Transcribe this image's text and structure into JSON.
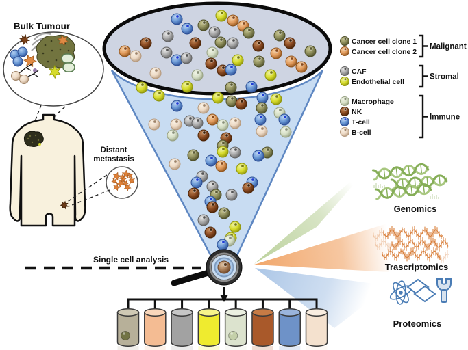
{
  "labels": {
    "bulk_tumour": "Bulk Tumour",
    "distant_line1": "Distant",
    "distant_line2": "metastasis",
    "single_cell_analysis": "Single cell analysis"
  },
  "legend": {
    "groups": [
      {
        "label": "Malignant",
        "items": [
          {
            "type": "clone1",
            "label": "Cancer cell clone 1"
          },
          {
            "type": "clone2",
            "label": "Cancer cell clone 2"
          }
        ]
      },
      {
        "label": "Stromal",
        "items": [
          {
            "type": "caf",
            "label": "CAF"
          },
          {
            "type": "endo",
            "label": "Endothelial cell"
          }
        ]
      },
      {
        "label": "Immune",
        "items": [
          {
            "type": "macro",
            "label": "Macrophage"
          },
          {
            "type": "nk",
            "label": "NK"
          },
          {
            "type": "tcell",
            "label": "T-cell"
          },
          {
            "type": "bcell",
            "label": "B-cell"
          }
        ]
      }
    ]
  },
  "cell_types": {
    "clone1": {
      "name": "Cancer cell clone 1",
      "light": "#c6c48e",
      "base": "#8c8c5a",
      "dark": "#4f502a",
      "navel": "#5c5c33"
    },
    "clone2": {
      "name": "Cancer cell clone 2",
      "light": "#f6cfa2",
      "base": "#e0995a",
      "dark": "#90551e",
      "navel": "#8a4a1a"
    },
    "caf": {
      "name": "CAF",
      "light": "#e6e6e6",
      "base": "#a8a8a8",
      "dark": "#646464",
      "navel": "#555555"
    },
    "endo": {
      "name": "Endothelial cell",
      "light": "#eef39a",
      "base": "#d6db2b",
      "dark": "#8f950d",
      "navel": "#7a7f10"
    },
    "macro": {
      "name": "Macrophage",
      "light": "#f0f4e4",
      "base": "#d6dfc6",
      "dark": "#97a183",
      "navel": "#8a9378"
    },
    "nk": {
      "name": "NK",
      "light": "#c58a58",
      "base": "#8a4a22",
      "dark": "#4e2608",
      "navel": "#3f2006"
    },
    "tcell": {
      "name": "T-cell",
      "light": "#b4d0f2",
      "base": "#6594d2",
      "dark": "#2d4f96",
      "navel": "#1f3fd4"
    },
    "bcell": {
      "name": "B-cell",
      "light": "#faf0e2",
      "base": "#eddac6",
      "dark": "#b69a7e",
      "navel": "#a08468"
    },
    "single_cell": {
      "name": "Analyzed single cell",
      "light": "#dcbf9e",
      "base": "#a97e58",
      "dark": "#6e4526",
      "navel": "#5a3a1e"
    }
  },
  "funnel_cells": [
    [
      258,
      28,
      "tcell"
    ],
    [
      273,
      42,
      "tcell"
    ],
    [
      297,
      37,
      "clone1"
    ],
    [
      323,
      23,
      "endo"
    ],
    [
      340,
      30,
      "clone2"
    ],
    [
      355,
      38,
      "clone2"
    ],
    [
      245,
      53,
      "caf"
    ],
    [
      313,
      47,
      "caf"
    ],
    [
      363,
      48,
      "clone1"
    ],
    [
      408,
      52,
      "clone1"
    ],
    [
      213,
      63,
      "nk"
    ],
    [
      285,
      63,
      "nk"
    ],
    [
      322,
      62,
      "clone1"
    ],
    [
      340,
      63,
      "caf"
    ],
    [
      377,
      67,
      "nk"
    ],
    [
      423,
      63,
      "nk"
    ],
    [
      182,
      75,
      "clone2"
    ],
    [
      453,
      75,
      "clone1"
    ],
    [
      198,
      82,
      "bcell"
    ],
    [
      243,
      77,
      "caf"
    ],
    [
      310,
      77,
      "macro"
    ],
    [
      258,
      88,
      "tcell"
    ],
    [
      272,
      85,
      "caf"
    ],
    [
      403,
      78,
      "clone2"
    ],
    [
      378,
      90,
      "clone1"
    ],
    [
      308,
      93,
      "nk"
    ],
    [
      347,
      88,
      "endo"
    ],
    [
      325,
      103,
      "nk"
    ],
    [
      337,
      102,
      "tcell"
    ],
    [
      227,
      107,
      "bcell"
    ],
    [
      288,
      110,
      "macro"
    ],
    [
      425,
      90,
      "clone2"
    ],
    [
      395,
      110,
      "endo"
    ],
    [
      367,
      127,
      "tcell"
    ],
    [
      207,
      128,
      "endo"
    ],
    [
      273,
      127,
      "endo"
    ],
    [
      337,
      128,
      "clone1"
    ],
    [
      440,
      98,
      "clone2"
    ],
    [
      232,
      140,
      "endo"
    ],
    [
      318,
      143,
      "endo"
    ],
    [
      338,
      148,
      "clone1"
    ],
    [
      352,
      152,
      "nk"
    ],
    [
      383,
      143,
      "tcell"
    ],
    [
      403,
      145,
      "endo"
    ],
    [
      258,
      155,
      "tcell"
    ],
    [
      297,
      158,
      "bcell"
    ],
    [
      382,
      158,
      "clone1"
    ],
    [
      408,
      165,
      "macro"
    ],
    [
      225,
      182,
      "bcell"
    ],
    [
      257,
      182,
      "bcell"
    ],
    [
      277,
      177,
      "caf"
    ],
    [
      288,
      180,
      "caf"
    ],
    [
      310,
      175,
      "clone2"
    ],
    [
      325,
      183,
      "macro"
    ],
    [
      343,
      180,
      "bcell"
    ],
    [
      380,
      175,
      "tcell"
    ],
    [
      382,
      192,
      "bcell"
    ],
    [
      415,
      175,
      "tcell"
    ],
    [
      417,
      193,
      "macro"
    ],
    [
      252,
      198,
      "macro"
    ],
    [
      297,
      198,
      "nk"
    ],
    [
      330,
      202,
      "nk"
    ],
    [
      325,
      213,
      "clone1"
    ],
    [
      282,
      227,
      "clone1"
    ],
    [
      325,
      222,
      "endo"
    ],
    [
      343,
      223,
      "caf"
    ],
    [
      390,
      223,
      "clone1"
    ],
    [
      377,
      228,
      "tcell"
    ],
    [
      255,
      240,
      "bcell"
    ],
    [
      308,
      235,
      "tcell"
    ],
    [
      323,
      243,
      "clone2"
    ],
    [
      353,
      247,
      "endo"
    ],
    [
      295,
      258,
      "caf"
    ],
    [
      287,
      267,
      "tcell"
    ],
    [
      310,
      273,
      "caf"
    ],
    [
      283,
      283,
      "nk"
    ],
    [
      315,
      285,
      "clone1"
    ],
    [
      338,
      285,
      "caf"
    ],
    [
      368,
      267,
      "tcell"
    ],
    [
      362,
      275,
      "nk"
    ],
    [
      307,
      295,
      "tcell"
    ],
    [
      327,
      312,
      "clone1"
    ],
    [
      310,
      303,
      "nk"
    ],
    [
      297,
      322,
      "caf"
    ],
    [
      307,
      340,
      "nk"
    ],
    [
      343,
      332,
      "endo"
    ],
    [
      337,
      348,
      "endo"
    ],
    [
      335,
      352,
      "macro"
    ],
    [
      325,
      358,
      "tcell"
    ]
  ],
  "tubes": [
    {
      "type": "clone1",
      "color": "#b7b099",
      "top": "#cfc9b4",
      "ball": "#6f7040"
    },
    {
      "type": "clone2",
      "color": "#f4bc93",
      "top": "#f9d7bb",
      "ball": null
    },
    {
      "type": "caf",
      "color": "#a2a2a2",
      "top": "#c6c6c6",
      "ball": null
    },
    {
      "type": "endo",
      "color": "#efeb2f",
      "top": "#f7f48a",
      "ball": null
    },
    {
      "type": "macro",
      "color": "#dce3ce",
      "top": "#ebf0e1",
      "ball": "#c3d0a8"
    },
    {
      "type": "nk",
      "color": "#a9592a",
      "top": "#c77b45",
      "ball": null
    },
    {
      "type": "tcell",
      "color": "#6e92c8",
      "top": "#9ab4dc",
      "ball": null
    },
    {
      "type": "bcell",
      "color": "#f4e1ce",
      "top": "#f9ede0",
      "ball": null
    }
  ],
  "omics": [
    {
      "label": "Genomics",
      "beam_color": "#b8cf97",
      "icon": "dna-helix-icon",
      "icon_color": "#86ae58",
      "icon_color2": "#a8c77f"
    },
    {
      "label": "Trascriptomics",
      "beam_color": "#f0a263",
      "icon": "rna-wave-icon",
      "icon_color": "#d9813e",
      "icon_color2": "#edb184"
    },
    {
      "label": "Proteomics",
      "beam_color": "#a7c3e5",
      "icon": "protein-shapes-icon",
      "icon_color": "#4a7cb5",
      "icon_color2": "#d7e2ee"
    }
  ],
  "palette": {
    "funnel_cone_fill": "#c8dcf2",
    "funnel_cone_stroke": "#5e87c2",
    "funnel_mouth_fill": "#ced4e2",
    "funnel_mouth_stroke": "#0b0b0b",
    "body_fill": "#f8f1dd",
    "outline": "#111111",
    "metastasis_orange": "#dd8038"
  }
}
